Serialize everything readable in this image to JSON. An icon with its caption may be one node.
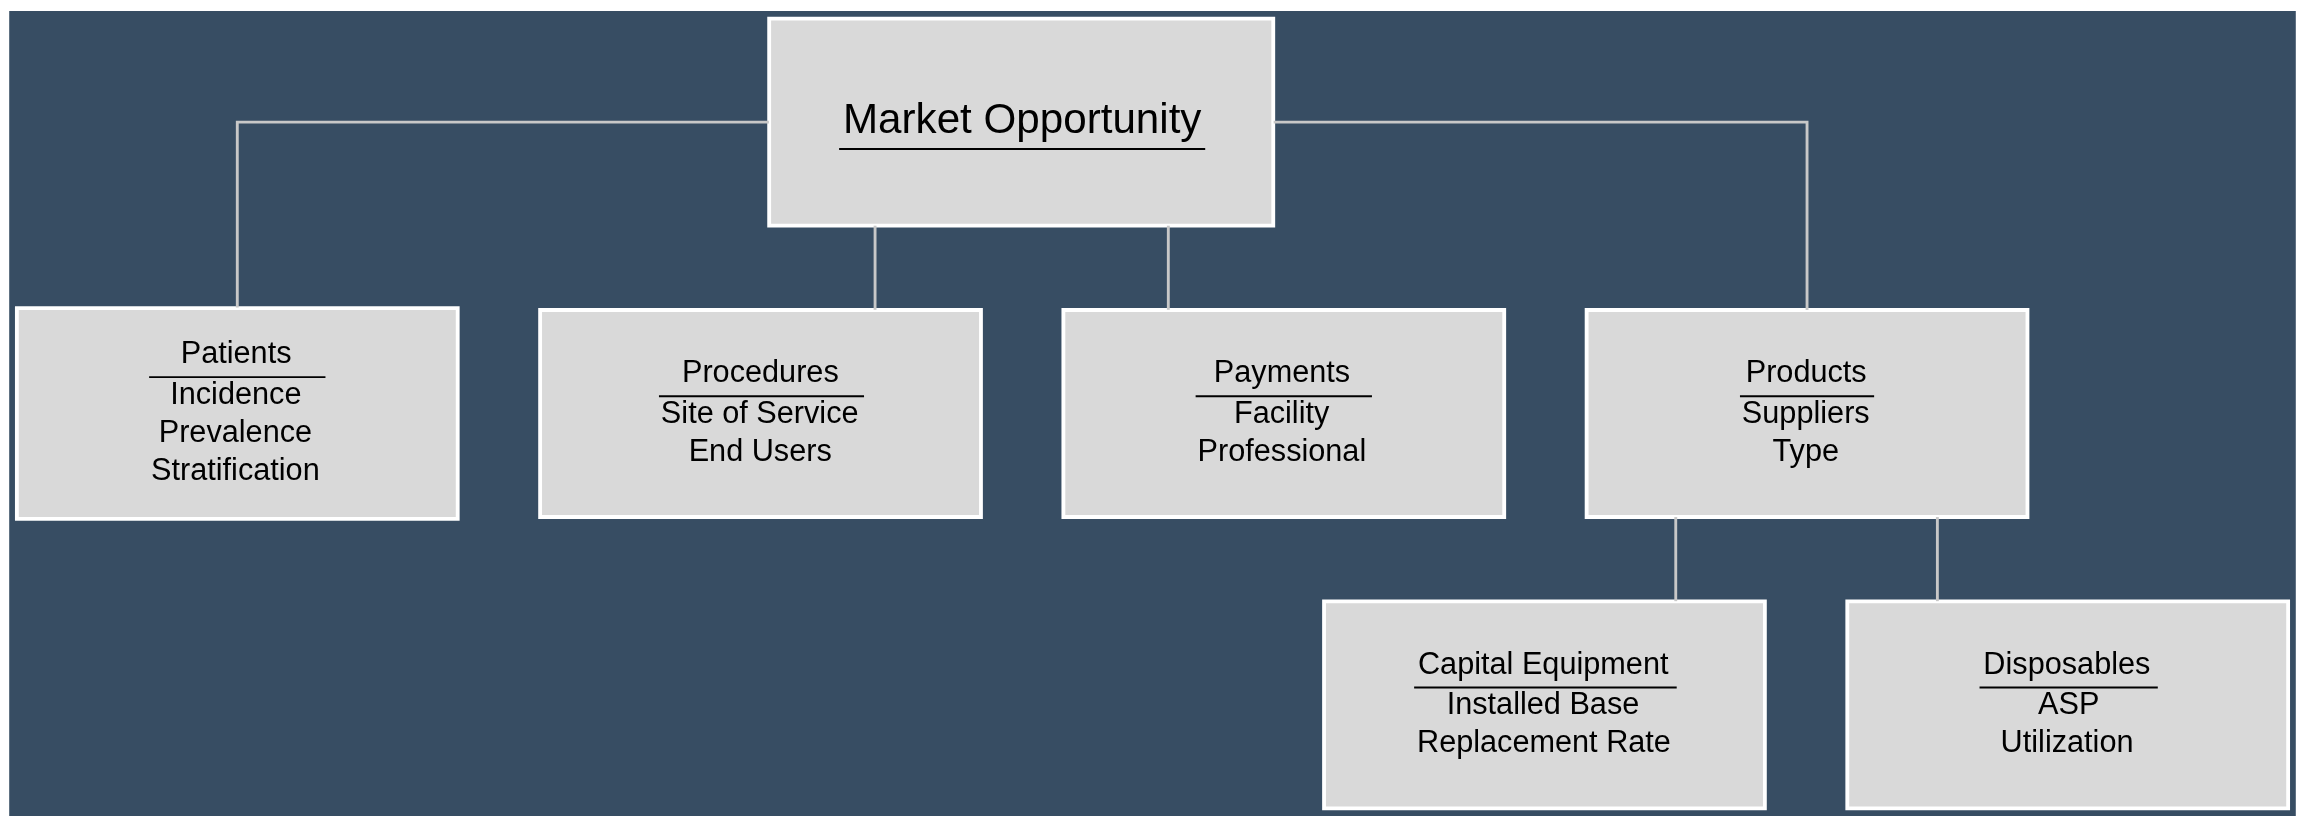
{
  "diagram": {
    "nodes": [
      {
        "text": [
          "Market Opportunity"
        ]
      },
      {
        "text": [
          "Patients",
          "Incidence",
          "Prevalence",
          "Stratification"
        ]
      },
      {
        "text": [
          "Procedures",
          "Site of Service",
          "End Users"
        ]
      },
      {
        "text": [
          "Payments",
          "Facility",
          "Professional"
        ]
      },
      {
        "text": [
          "Products",
          "Suppliers",
          "Type"
        ]
      },
      {
        "text": [
          "Capital Equipment",
          "Installed Base",
          "Replacement Rate"
        ]
      },
      {
        "text": [
          "Disposables",
          "ASP",
          "Utilization"
        ]
      }
    ],
    "edges": [
      {
        "from": 0,
        "to": 1,
        "arrow": "none"
      },
      {
        "from": 0,
        "to": 2,
        "arrow": "none"
      },
      {
        "from": 0,
        "to": 3,
        "arrow": "none"
      },
      {
        "from": 0,
        "to": 4,
        "arrow": "none"
      },
      {
        "from": 4,
        "to": 5,
        "arrow": "none"
      },
      {
        "from": 4,
        "to": 6,
        "arrow": "none"
      }
    ]
  }
}
